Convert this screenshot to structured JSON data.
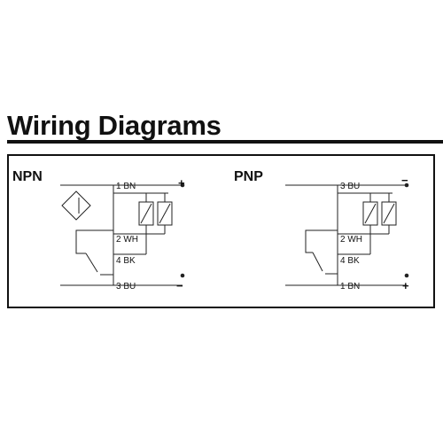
{
  "title": "Wiring Diagrams",
  "npn": {
    "heading": "NPN",
    "pin_top": "1 BN",
    "pin_mid": "2 WH",
    "pin_low": "4 BK",
    "pin_bottom": "3 BU",
    "sign_top": "+",
    "sign_bottom": "−"
  },
  "pnp": {
    "heading": "PNP",
    "pin_top": "3 BU",
    "pin_mid": "2 WH",
    "pin_low": "4 BK",
    "pin_bottom": "1 BN",
    "sign_top": "−",
    "sign_bottom": "+"
  }
}
